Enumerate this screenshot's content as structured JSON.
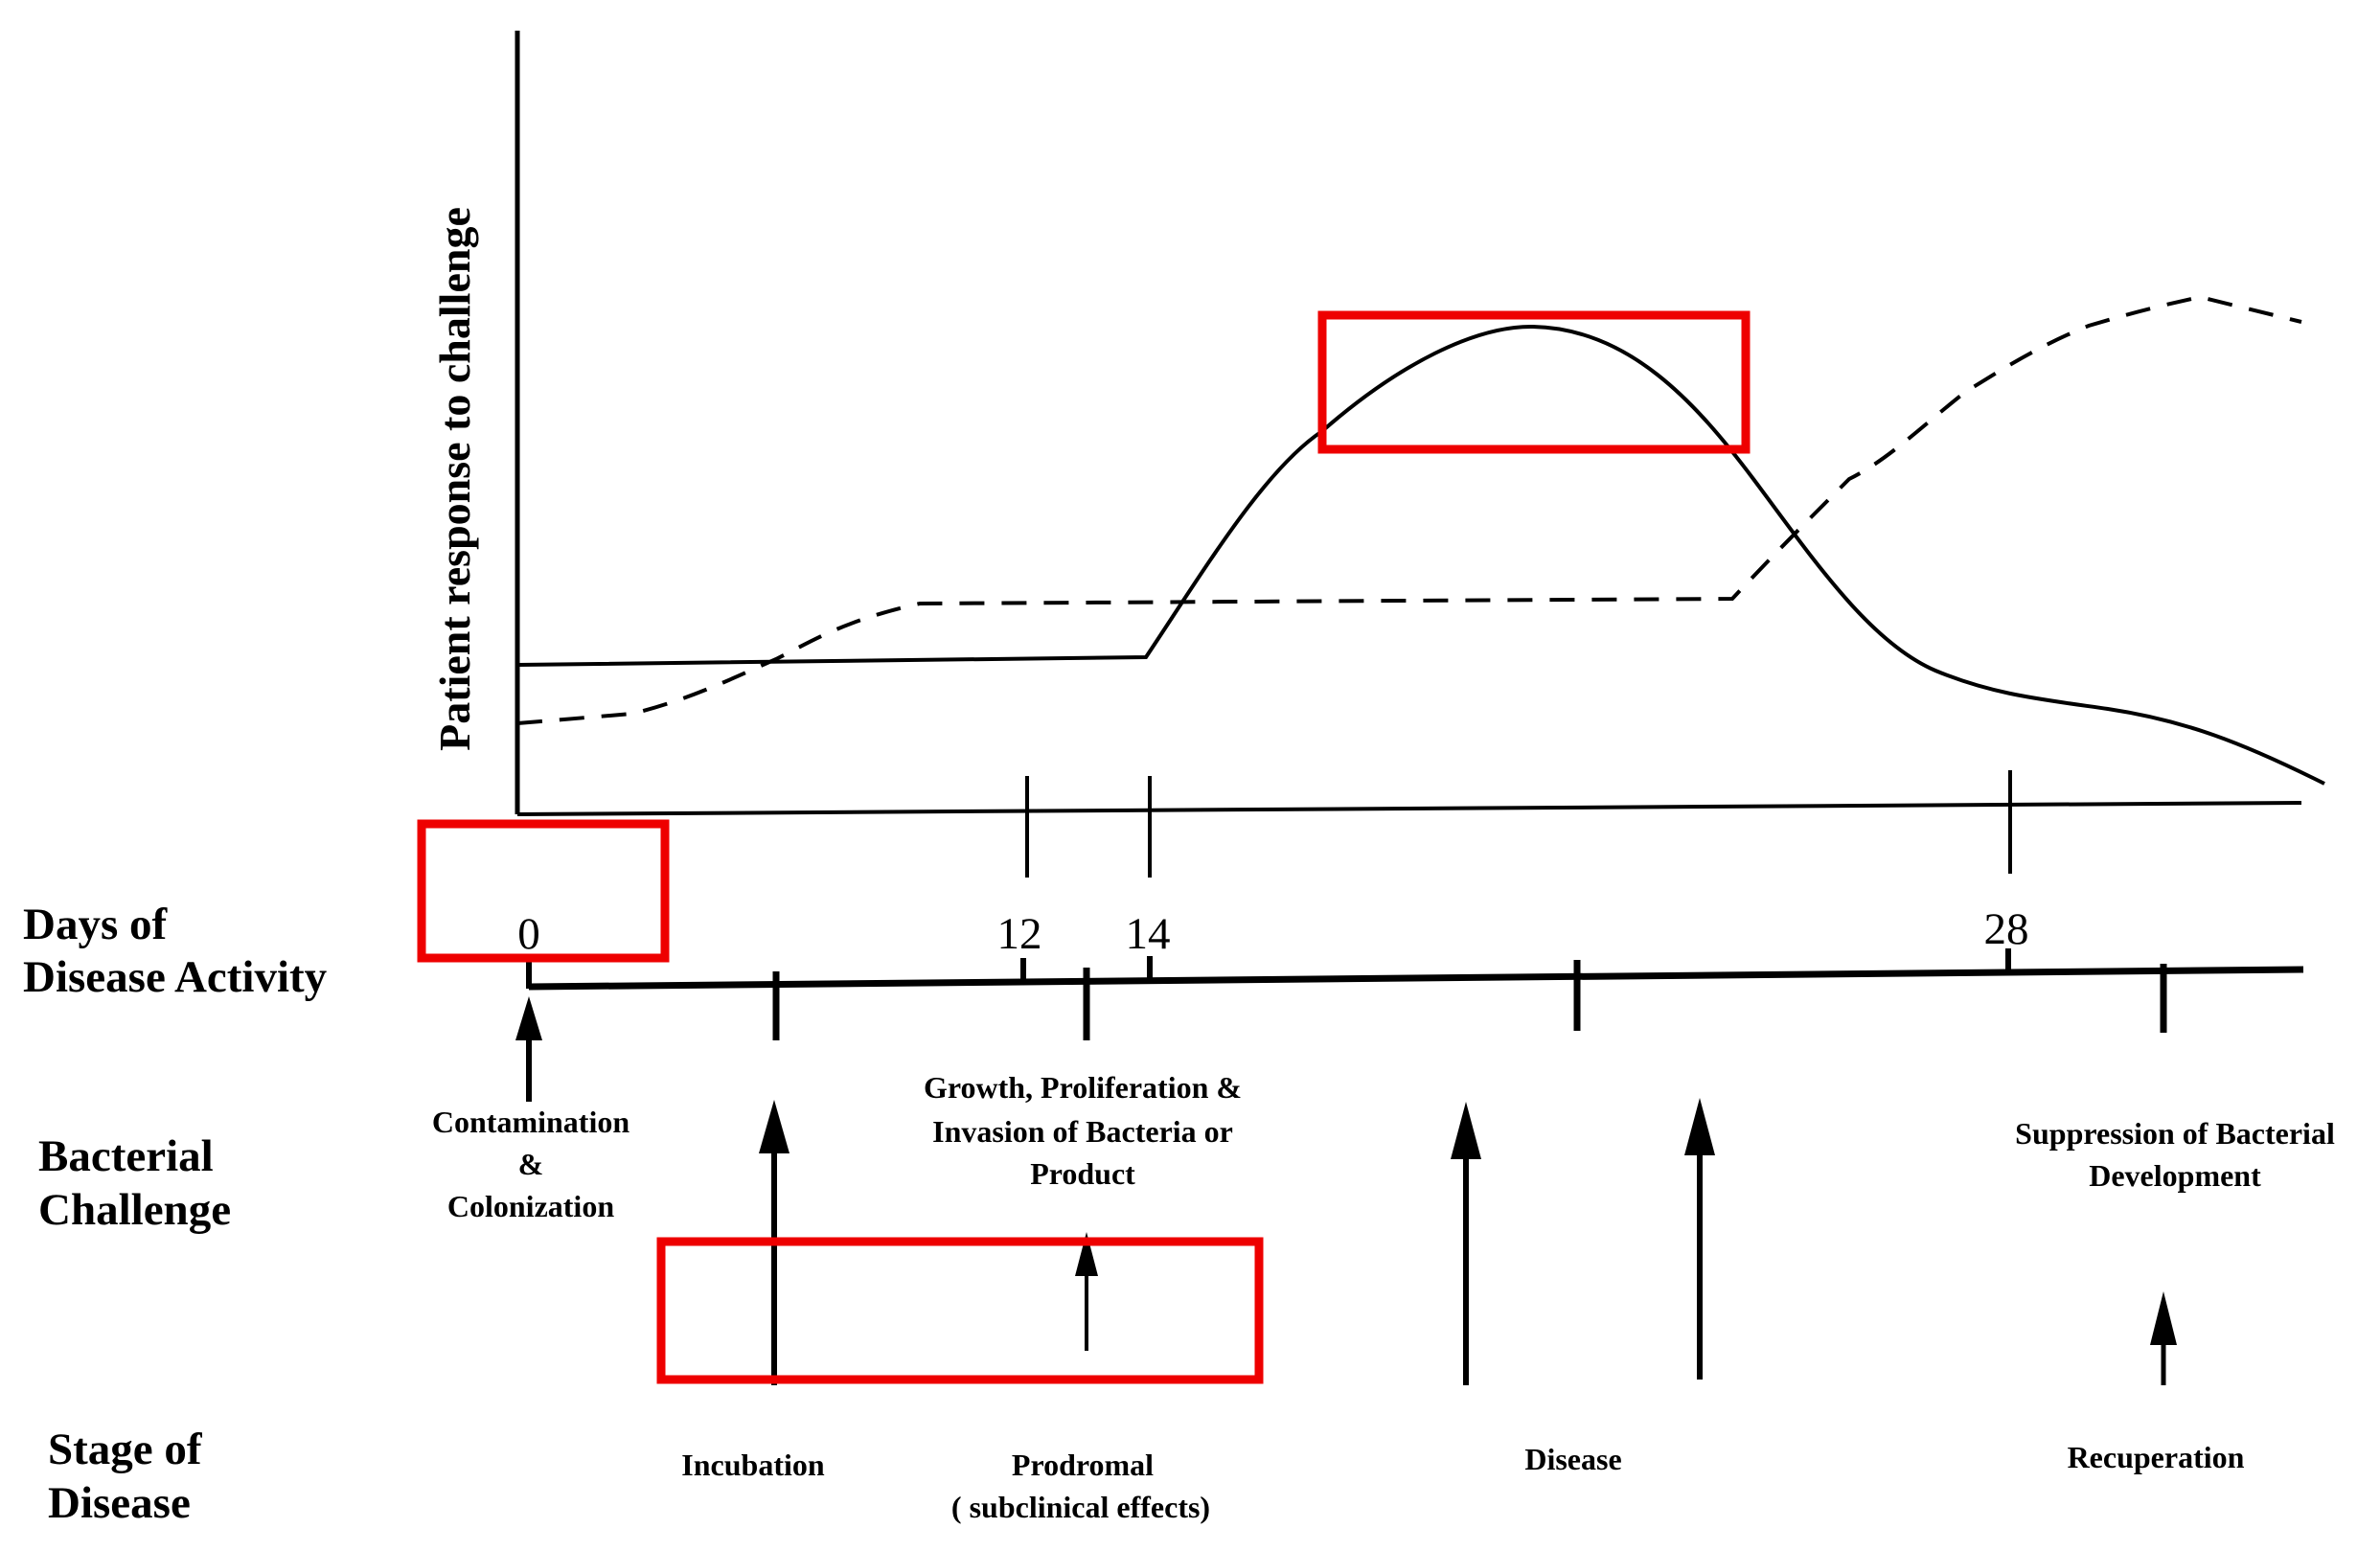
{
  "y_axis_label": "Patient response to challenge",
  "days_label": [
    "Days of",
    "Disease Activity"
  ],
  "bacterial_label": [
    "Bacterial",
    "Challenge"
  ],
  "stage_label": [
    "Stage of",
    "Disease"
  ],
  "day_ticks": [
    "0",
    "12",
    "14",
    "28"
  ],
  "bacterial_events": {
    "contamination": [
      "Contamination",
      "&",
      "Colonization"
    ],
    "growth": [
      "Growth, Proliferation &",
      "Invasion of Bacteria or",
      "Product"
    ],
    "suppression": [
      "Suppression of Bacterial",
      "Development"
    ]
  },
  "stages": {
    "incubation": "Incubation",
    "prodromal": [
      "Prodromal",
      "( subclinical effects)"
    ],
    "disease": "Disease",
    "recuperation": "Recuperation"
  },
  "colors": {
    "ink": "#000000",
    "highlight": "#ee0000"
  }
}
